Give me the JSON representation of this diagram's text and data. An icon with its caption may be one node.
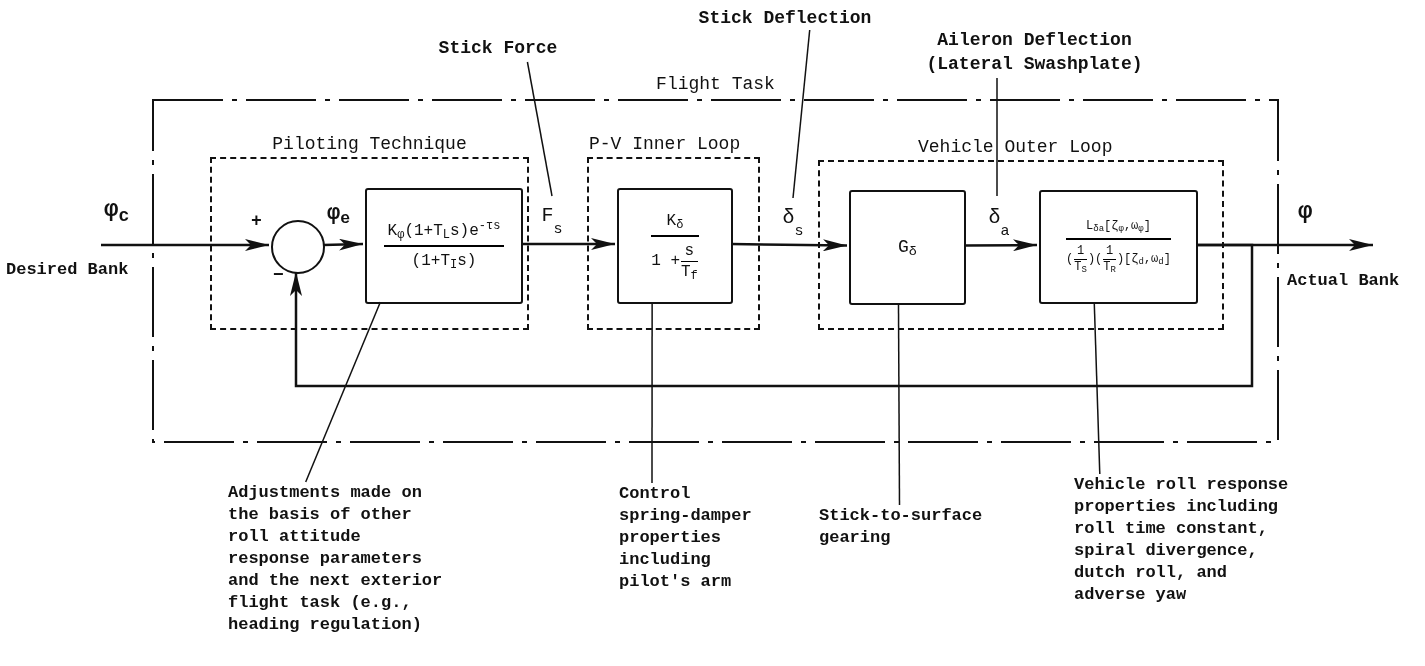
{
  "diagram": {
    "nodes": [
      {
        "text": [
          "Flight Task"
        ]
      },
      {
        "text": [
          "Piloting Technique"
        ],
        "in": 0
      },
      {
        "text": [],
        "shape": "circle",
        "in": 1
      },
      {
        "text": [
          "K$_{φ}$(1+T$_{L}$s)e$^{-τs}$",
          "(1+T$_{I}$s)"
        ],
        "in": 1
      },
      {
        "text": [
          "P-V Inner Loop"
        ],
        "in": 0
      },
      {
        "text": [
          "K$_{δ}$",
          "1 +",
          "s",
          "T$_{f}$"
        ],
        "in": 4
      },
      {
        "text": [
          "Vehicle Outer Loop"
        ],
        "in": 0
      },
      {
        "text": [
          "G$_{δ}$"
        ],
        "in": 6
      },
      {
        "text": [
          "L$_{δa}$[ζ$_{φ}$,ω$_{φ}$]",
          "(",
          "1",
          "T$_{S}$",
          ")(",
          "1",
          "T$_{R}$",
          ")[ζ$_{d}$,ω$_{d}$]"
        ],
        "in": 6
      },
      {
        "text": [
          "Stick Force"
        ]
      },
      {
        "text": [
          "Stick Deflection"
        ]
      },
      {
        "text": [
          "Aileron Deflection (Lateral Swashplate)"
        ]
      },
      {
        "text": [
          "F$_{s}$"
        ],
        "in": 0
      },
      {
        "text": [
          "δ$_{s}$"
        ],
        "in": 0
      },
      {
        "text": [
          "δ$_{a}$"
        ],
        "in": 6
      },
      {
        "text": [
          "Adjustments made on the basis of other roll attitude response parameters and the next exterior flight task (e.g., heading regulation)"
        ]
      },
      {
        "text": [
          "Control spring-damper properties including pilot's arm"
        ]
      },
      {
        "text": [
          "Stick-to-surface gearing"
        ]
      },
      {
        "text": [
          "Vehicle roll response properties including roll time constant, spiral divergence, dutch roll, and adverse yaw"
        ]
      }
    ],
    "edges": [
      {
        "from": null,
        "to": 2,
        "arrow": "to"
      },
      {
        "from": 2,
        "to": 3,
        "arrow": "to"
      },
      {
        "from": 3,
        "to": 5,
        "arrow": "to"
      },
      {
        "from": 5,
        "to": 7,
        "arrow": "to"
      },
      {
        "from": 7,
        "to": 8,
        "arrow": "to"
      },
      {
        "from": 8,
        "to": null,
        "arrow": "to"
      },
      {
        "from": 8,
        "to": 2,
        "arrow": "to"
      },
      {
        "from": 9,
        "to": 12,
        "arrow": "none"
      },
      {
        "from": 10,
        "to": 13,
        "arrow": "none"
      },
      {
        "from": 11,
        "to": 14,
        "arrow": "none"
      },
      {
        "from": 15,
        "to": 3,
        "arrow": "none"
      },
      {
        "from": 16,
        "to": 5,
        "arrow": "none"
      },
      {
        "from": 17,
        "to": 7,
        "arrow": "none"
      },
      {
        "from": 18,
        "to": 8,
        "arrow": "none"
      }
    ],
    "labels": [
      "φ$_{c}$",
      "+",
      "φ$_{e}$",
      "φ",
      "Desired Bank",
      "−",
      "Actual Bank"
    ]
  }
}
